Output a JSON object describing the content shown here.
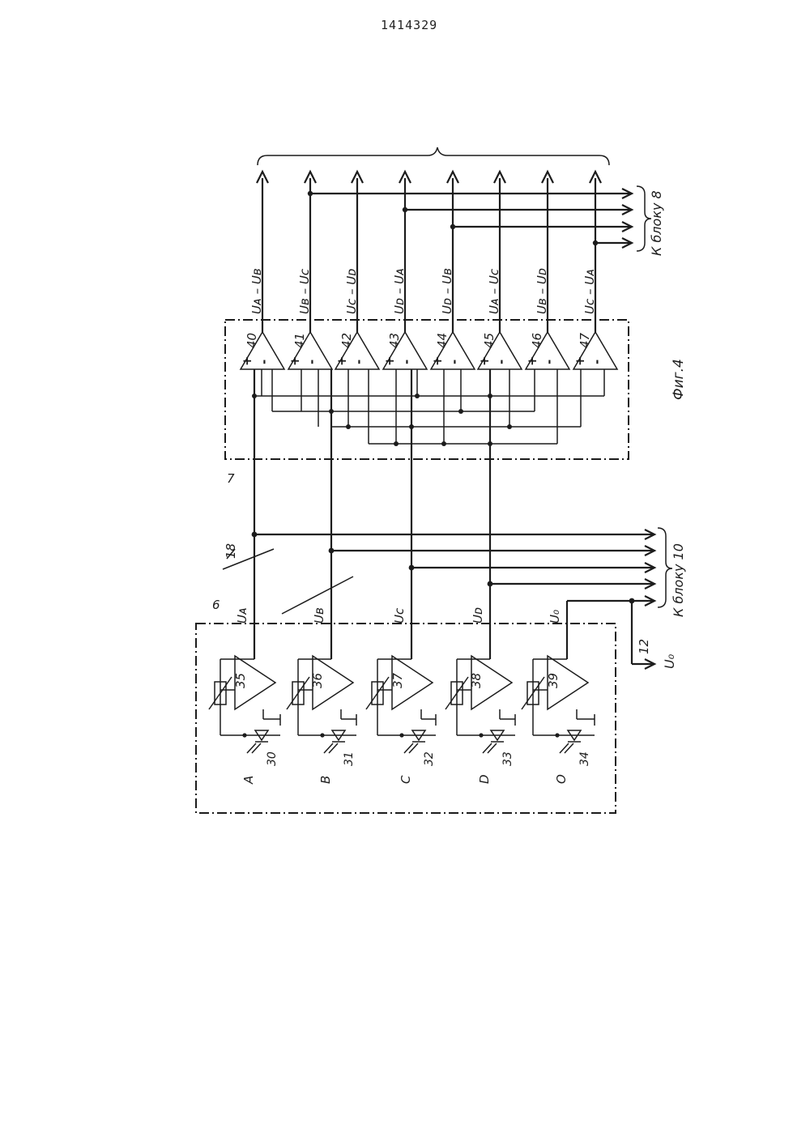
{
  "document": {
    "number": "1414329"
  },
  "figure": {
    "caption": "Фиг.4"
  },
  "blocks": [
    {
      "id": "block-6",
      "number": "6"
    },
    {
      "id": "block-7",
      "number": "7"
    }
  ],
  "bus": {
    "number": "18"
  },
  "outputs": {
    "to_block_10": "К блоку 10",
    "to_block_8": "К блоку 8",
    "output_12": {
      "number": "12",
      "signal": "U₀"
    }
  },
  "sensor_channels": [
    {
      "phase": "A",
      "photodiode": "30",
      "amplifier": "35",
      "signal": "Uᴀ"
    },
    {
      "phase": "B",
      "photodiode": "31",
      "amplifier": "36",
      "signal": "Uв"
    },
    {
      "phase": "C",
      "photodiode": "32",
      "amplifier": "37",
      "signal": "Uc"
    },
    {
      "phase": "D",
      "photodiode": "33",
      "amplifier": "38",
      "signal": "Uᴅ"
    },
    {
      "phase": "O",
      "photodiode": "34",
      "amplifier": "39",
      "signal": "U₀"
    }
  ],
  "difference_amplifiers": [
    {
      "number": "40",
      "output": "Uᴀ – Uв"
    },
    {
      "number": "41",
      "output": "Uв – Uc"
    },
    {
      "number": "42",
      "output": "Uc – Uᴅ"
    },
    {
      "number": "43",
      "output": "Uᴅ – Uᴀ"
    },
    {
      "number": "44",
      "output": "Uᴅ – Uв"
    },
    {
      "number": "45",
      "output": "Uᴀ – Uc"
    },
    {
      "number": "46",
      "output": "Uв – Uᴅ"
    },
    {
      "number": "47",
      "output": "Uc – Uᴀ"
    }
  ],
  "amplifier_signs": {
    "plus": "+",
    "minus": "-"
  }
}
